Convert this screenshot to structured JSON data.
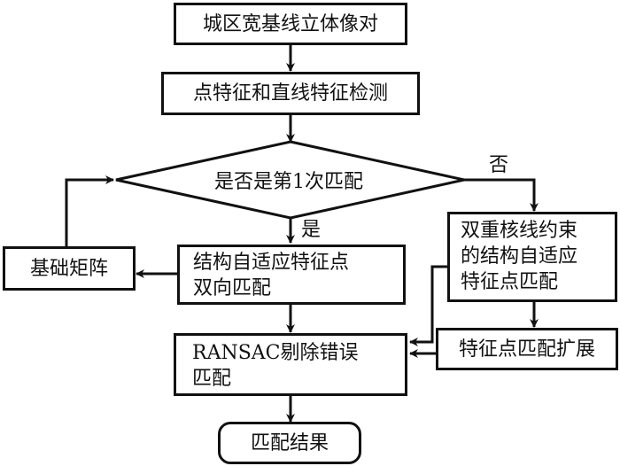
{
  "nodes": {
    "input": "城区宽基线立体像对",
    "detect": "点特征和直线特征检测",
    "decision": "是否是第1次匹配",
    "fundamental": "基础矩阵",
    "bidir_line1": "结构自适应特征点",
    "bidir_line2": "双向匹配",
    "epipolar_line1": "双重核线约束",
    "epipolar_line2": "的结构自适应",
    "epipolar_line3": "特征点匹配",
    "expand": "特征点匹配扩展",
    "ransac_line1": "RANSAC剔除错误",
    "ransac_line2": "匹配",
    "result": "匹配结果"
  },
  "edge_labels": {
    "yes": "是",
    "no": "否"
  }
}
